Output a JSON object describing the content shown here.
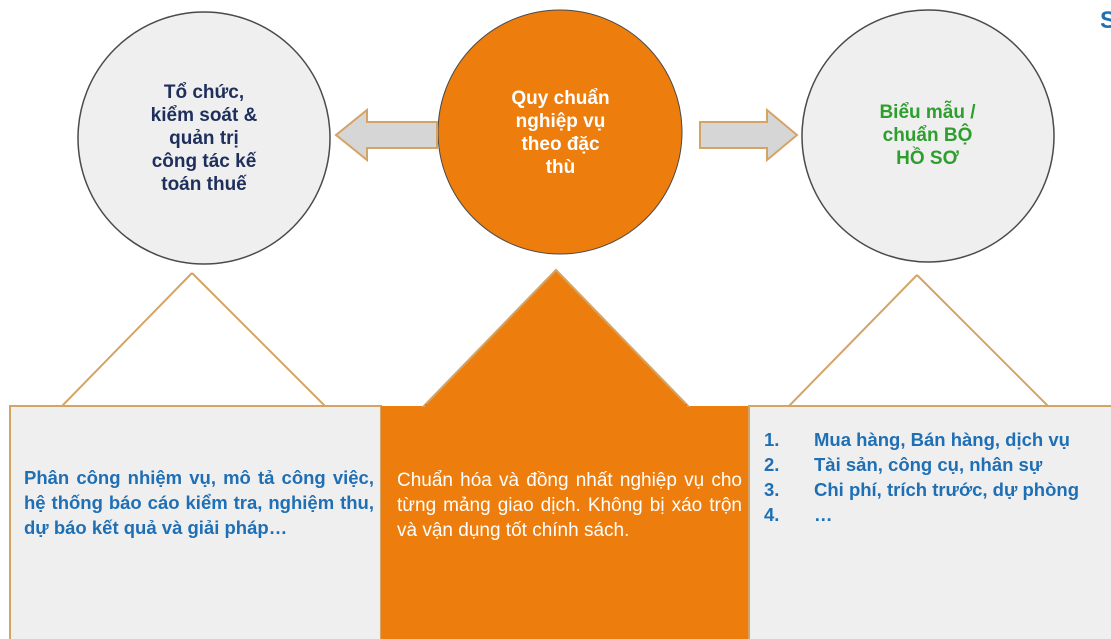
{
  "colors": {
    "orange": "#ed7d0c",
    "circle_fill": "#efefef",
    "outline": "#4a4a4a",
    "arrow_outline": "#d4a464",
    "side_arrow_fill": "#d6d6d6",
    "navy_text": "#1f2f5c",
    "blue_text": "#1f6fb5",
    "green_text": "#2e9e2e"
  },
  "circles": {
    "left": {
      "text": "Tổ chức,\nkiểm soát &\nquản trị\ncông tác kế\ntoán thuế"
    },
    "center": {
      "text": "Quy chuẩn\nnghiệp vụ\ntheo đặc\nthù"
    },
    "right": {
      "text": "Biểu mẫu /\nchuẩn BỘ\nHỒ SƠ"
    }
  },
  "boxes": {
    "left": {
      "text": "Phân công nhiệm vụ, mô tả công việc, hệ thống báo cáo kiểm tra, nghiệm thu, dự báo kết quả và giải pháp…"
    },
    "center": {
      "text": "Chuẩn hóa và đồng nhất nghiệp vụ cho từng mảng giao dịch. Không bị xáo trộn và vận dụng tốt chính sách."
    },
    "right": {
      "items": [
        {
          "num": "1.",
          "text": "Mua hàng, Bán hàng, dịch vụ"
        },
        {
          "num": "2.",
          "text": "Tài sản, công cụ, nhân sự"
        },
        {
          "num": "3.",
          "text": "Chi phí, trích trước, dự phòng"
        },
        {
          "num": "4.",
          "text": "…"
        }
      ]
    }
  },
  "logo": {
    "text": "S"
  },
  "icons": [
    "left-arrow-icon",
    "right-arrow-icon",
    "up-arrow-icon"
  ]
}
